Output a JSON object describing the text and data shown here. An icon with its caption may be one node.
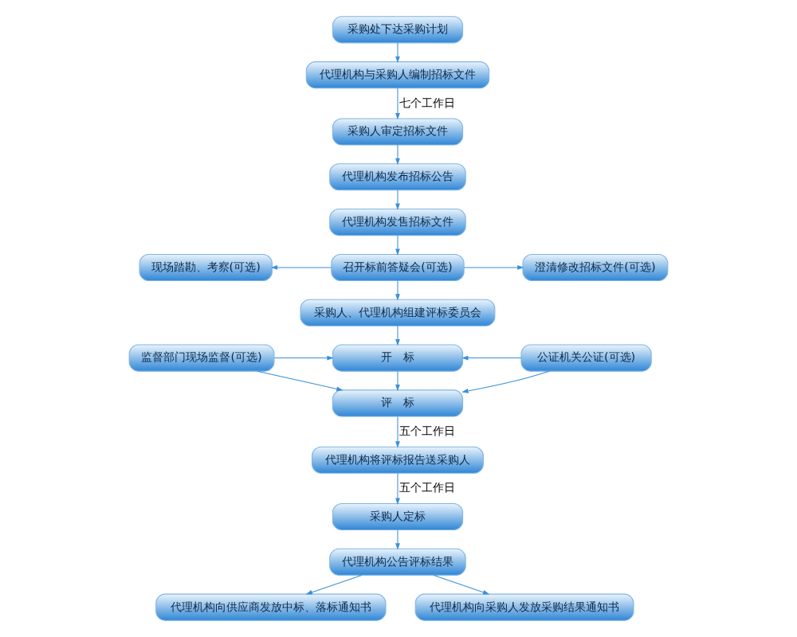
{
  "diagram": {
    "nodes": [
      {
        "text": [
          "采购处下达采购计划"
        ]
      },
      {
        "text": [
          "代理机构与采购人编制招标文件"
        ]
      },
      {
        "text": [
          "采购人审定招标文件"
        ]
      },
      {
        "text": [
          "代理机构发布招标公告"
        ]
      },
      {
        "text": [
          "代理机构发售招标文件"
        ]
      },
      {
        "text": [
          "现场踏勘、考察(可选)"
        ]
      },
      {
        "text": [
          "召开标前答疑会(可选)"
        ]
      },
      {
        "text": [
          "澄清修改招标文件(可选)"
        ]
      },
      {
        "text": [
          "采购人、代理机构组建评标委员会"
        ]
      },
      {
        "text": [
          "监督部门现场监督(可选)"
        ]
      },
      {
        "text": [
          "开　标"
        ]
      },
      {
        "text": [
          "公证机关公证(可选)"
        ]
      },
      {
        "text": [
          "评　标"
        ]
      },
      {
        "text": [
          "代理机构将评标报告送采购人"
        ]
      },
      {
        "text": [
          "采购人定标"
        ]
      },
      {
        "text": [
          "代理机构公告评标结果"
        ]
      },
      {
        "text": [
          "代理机构向供应商发放中标、落标通知书"
        ]
      },
      {
        "text": [
          "代理机构向采购人发放采购结果通知书"
        ]
      }
    ],
    "edges": [
      {
        "from": 0,
        "to": 1,
        "arrow": "to"
      },
      {
        "from": 1,
        "to": 2,
        "arrow": "to",
        "label": "七个工作日"
      },
      {
        "from": 2,
        "to": 3,
        "arrow": "to"
      },
      {
        "from": 3,
        "to": 4,
        "arrow": "to"
      },
      {
        "from": 4,
        "to": 6,
        "arrow": "to"
      },
      {
        "from": 6,
        "to": 5,
        "arrow": "to"
      },
      {
        "from": 6,
        "to": 7,
        "arrow": "to"
      },
      {
        "from": 6,
        "to": 8,
        "arrow": "to"
      },
      {
        "from": 8,
        "to": 10,
        "arrow": "to"
      },
      {
        "from": 9,
        "to": 10,
        "arrow": "to"
      },
      {
        "from": 9,
        "to": 12,
        "arrow": "to"
      },
      {
        "from": 11,
        "to": 10,
        "arrow": "to"
      },
      {
        "from": 11,
        "to": 12,
        "arrow": "to"
      },
      {
        "from": 10,
        "to": 12,
        "arrow": "to"
      },
      {
        "from": 12,
        "to": 13,
        "arrow": "to",
        "label": "五个工作日"
      },
      {
        "from": 13,
        "to": 14,
        "arrow": "to",
        "label": "五个工作日"
      },
      {
        "from": 14,
        "to": 15,
        "arrow": "to"
      },
      {
        "from": 15,
        "to": 16,
        "arrow": "to"
      },
      {
        "from": 15,
        "to": 17,
        "arrow": "to"
      }
    ]
  }
}
